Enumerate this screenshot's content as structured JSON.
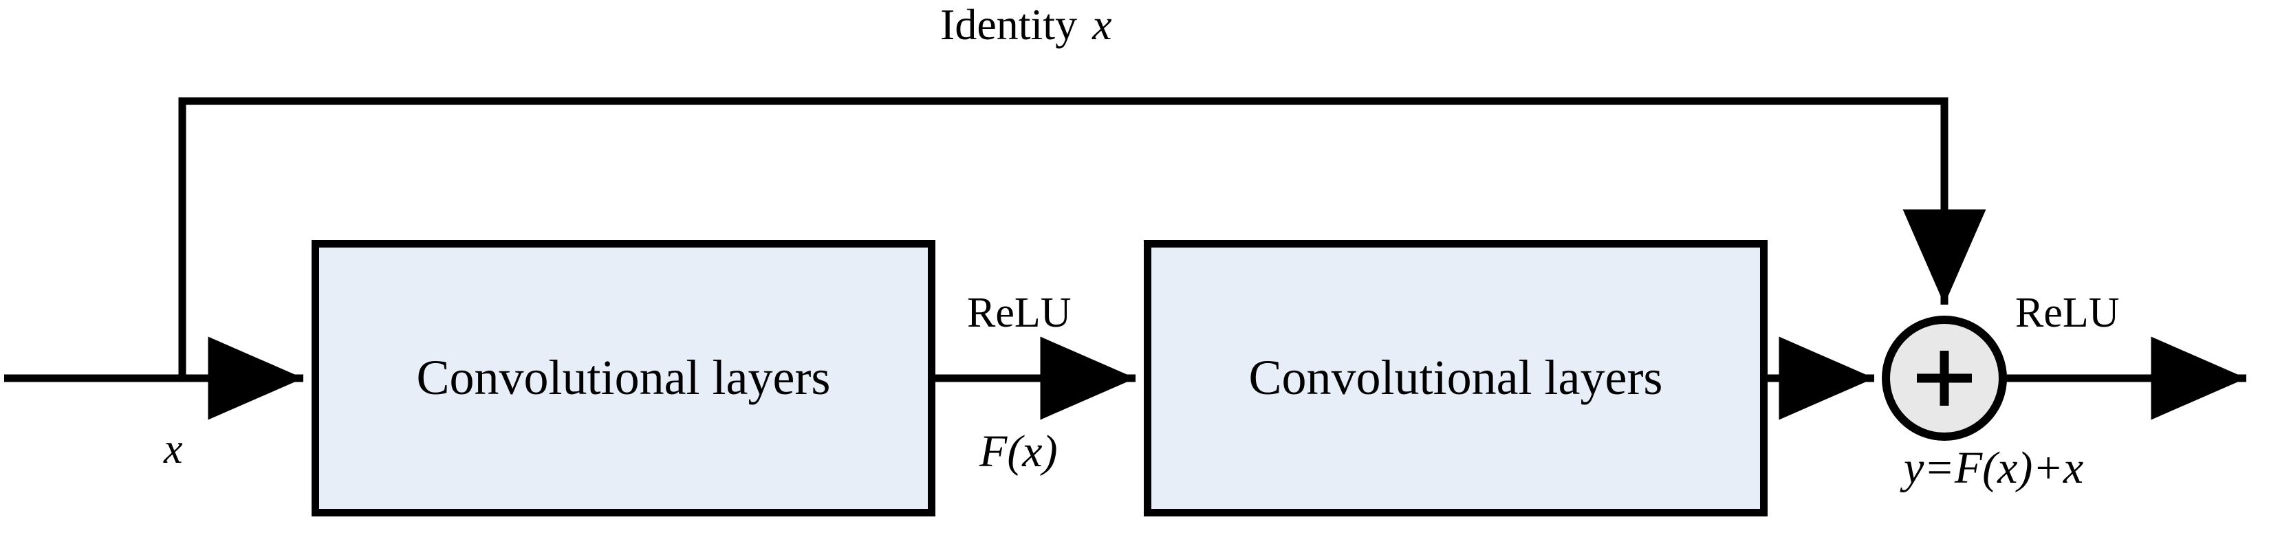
{
  "diagram": {
    "title_prefix": "Identity",
    "title_symbol": "x",
    "colors": {
      "stroke": "#000000",
      "block_fill": "#e8eef8",
      "sum_fill": "#e8e8e8",
      "background": "#ffffff"
    },
    "blocks": [
      {
        "label": "Convolutional layers"
      },
      {
        "label": "Convolutional layers"
      }
    ],
    "labels": {
      "input": "x",
      "relu_mid": "ReLU",
      "function_out": "F(x)",
      "relu_out": "ReLU",
      "output": "y=F(x)+x"
    },
    "sum_node": {
      "symbol": "+",
      "name": "addition-node"
    },
    "edges": [
      {
        "name": "input-edge",
        "from": "input",
        "to": "conv-block-1"
      },
      {
        "name": "identity-skip-edge",
        "from": "input",
        "to": "addition-node"
      },
      {
        "name": "conv1-to-conv2-edge",
        "from": "conv-block-1",
        "to": "conv-block-2"
      },
      {
        "name": "conv2-to-sum-edge",
        "from": "conv-block-2",
        "to": "addition-node"
      },
      {
        "name": "output-edge",
        "from": "addition-node",
        "to": "output"
      }
    ]
  }
}
